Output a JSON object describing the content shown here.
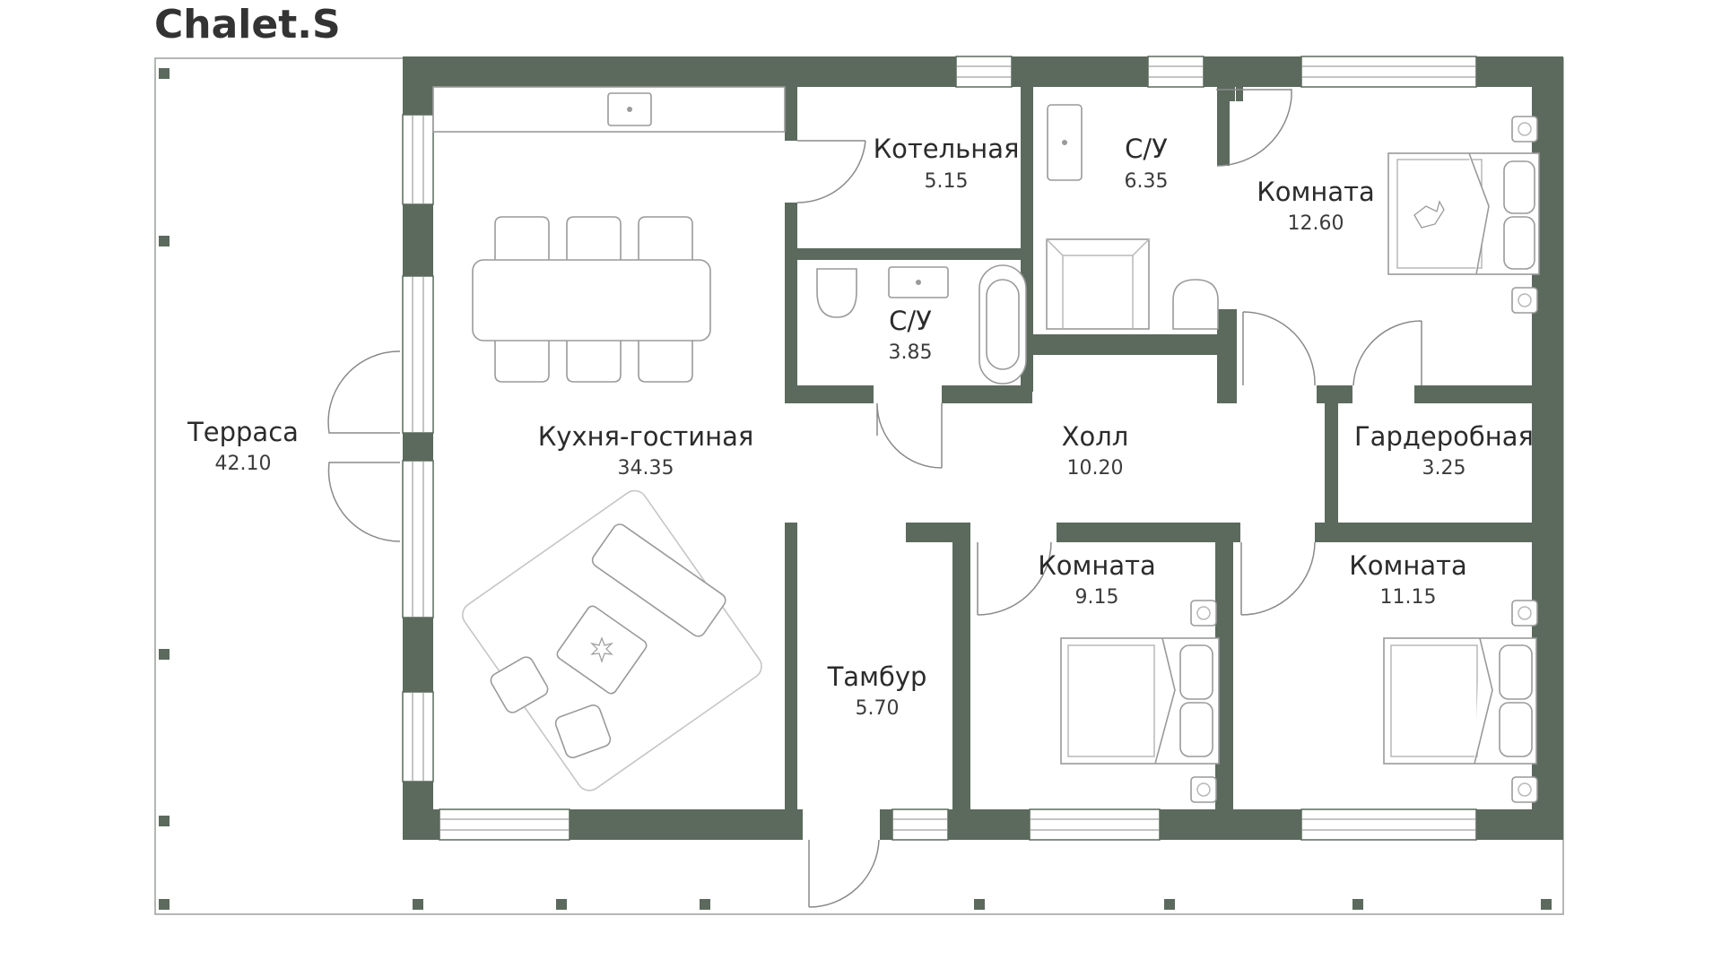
{
  "title": "Chalet.S",
  "colors": {
    "wall": "#5b6a5d",
    "line": "#9a9a9a",
    "text": "#2b2b2b"
  },
  "rooms": [
    {
      "id": "terrace",
      "name": "Терраса",
      "area": "42.10"
    },
    {
      "id": "kitchen",
      "name": "Кухня-гостиная",
      "area": "34.35"
    },
    {
      "id": "boiler",
      "name": "Котельная",
      "area": "5.15"
    },
    {
      "id": "wc-top",
      "name": "С/У",
      "area": "6.35"
    },
    {
      "id": "wc-small",
      "name": "С/У",
      "area": "3.85"
    },
    {
      "id": "room-ne",
      "name": "Комната",
      "area": "12.60"
    },
    {
      "id": "hall",
      "name": "Холл",
      "area": "10.20"
    },
    {
      "id": "wardrobe",
      "name": "Гардеробная",
      "area": "3.25"
    },
    {
      "id": "room-mid",
      "name": "Комната",
      "area": "9.15"
    },
    {
      "id": "room-se",
      "name": "Комната",
      "area": "11.15"
    },
    {
      "id": "vestibule",
      "name": "Тамбур",
      "area": "5.70"
    }
  ]
}
